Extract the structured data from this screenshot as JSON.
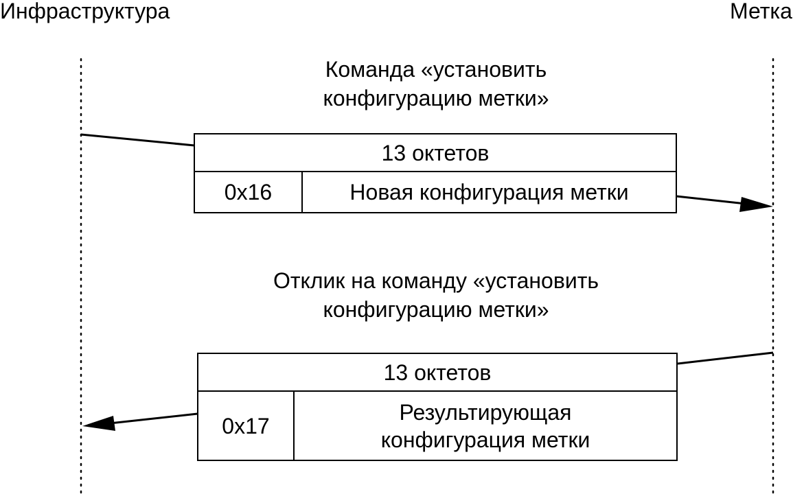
{
  "parties": {
    "left": "Инфраструктура",
    "right": "Метка"
  },
  "request": {
    "caption_line1": "Команда «установить",
    "caption_line2": "конфигурацию метки»",
    "size_label": "13 октетов",
    "code": "0x16",
    "payload": "Новая конфигурация метки"
  },
  "response": {
    "caption_line1": "Отклик на команду «установить",
    "caption_line2": "конфигурацию метки»",
    "size_label": "13 октетов",
    "code": "0x17",
    "payload_line1": "Результирующая",
    "payload_line2": "конфигурация метки"
  }
}
